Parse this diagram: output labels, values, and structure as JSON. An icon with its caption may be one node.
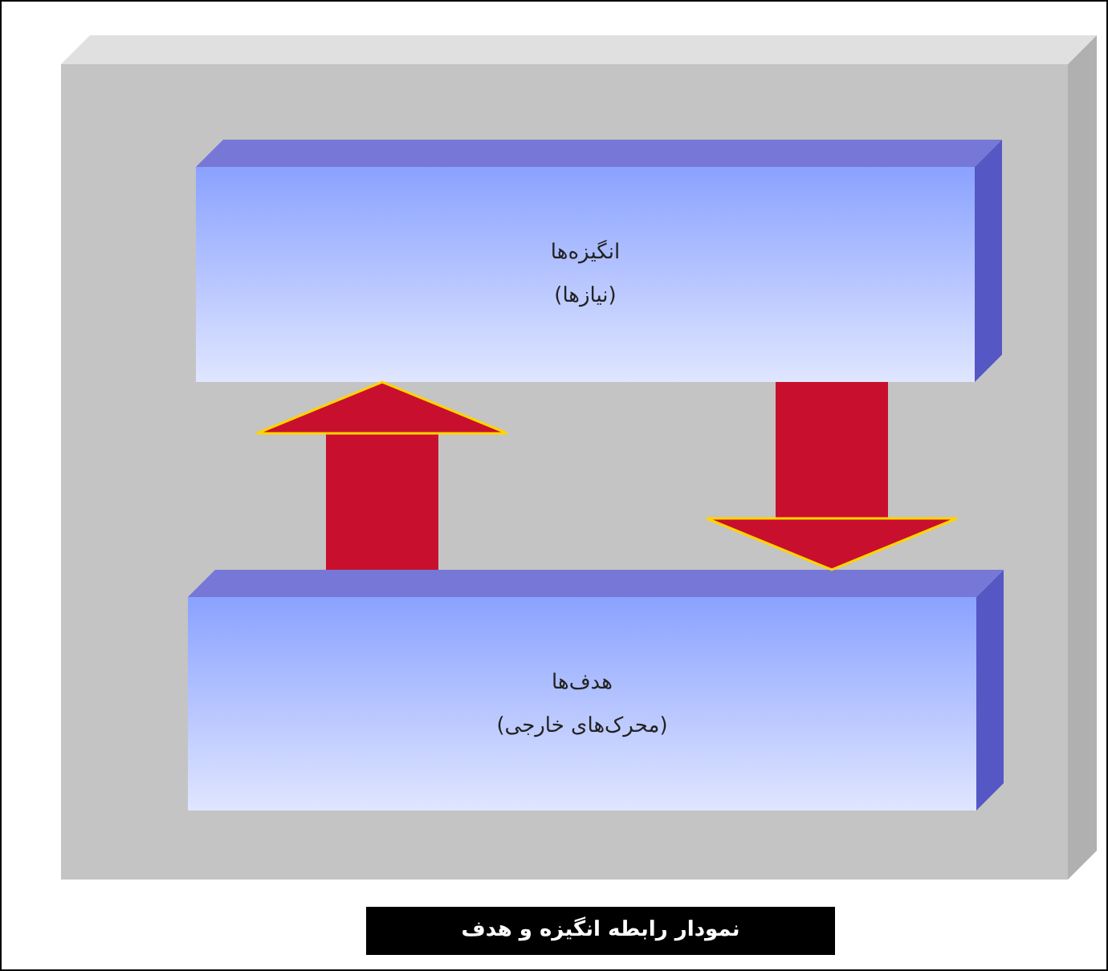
{
  "diagram": {
    "caption": "نمودار رابطه انگیزه و هدف",
    "nodes": [
      {
        "text": [],
        "shape": "box"
      },
      {
        "text": [
          "انگیزه‌ها",
          "(نیازها)"
        ],
        "in": 0
      },
      {
        "text": [
          "هدف‌ها",
          "(محرک‌های خارجی)"
        ],
        "in": 0
      }
    ],
    "edges": [
      {
        "from": 2,
        "to": 1,
        "arrow": "to"
      },
      {
        "from": 1,
        "to": 2,
        "arrow": "to"
      }
    ]
  }
}
